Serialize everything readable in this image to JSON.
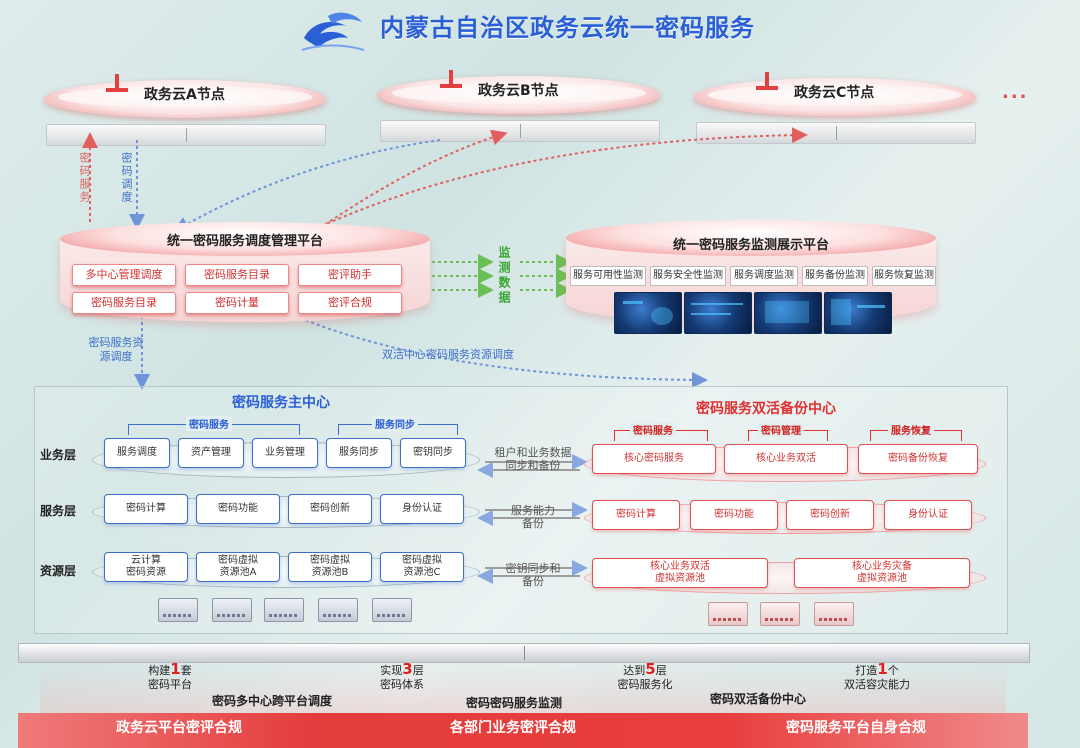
{
  "title": "内蒙古自治区政务云统一密码服务",
  "nodes": [
    {
      "label": "政务云A节点"
    },
    {
      "label": "政务云B节点"
    },
    {
      "label": "政务云C节点"
    }
  ],
  "more_nodes": "...",
  "links": {
    "crypto_service": "密码服务",
    "crypto_dispatch": "密码调度",
    "monitor_data": "监测数据",
    "resource_dispatch": "密码服务资源调度",
    "active_active_dispatch": "双活中心密码服务资源调度"
  },
  "mgmt_platform": {
    "title": "统一密码服务调度管理平台",
    "items": [
      "多中心管理调度",
      "密码服务目录",
      "密评助手",
      "密码服务目录",
      "密码计量",
      "密评合规"
    ]
  },
  "monitor_platform": {
    "title": "统一密码服务监测展示平台",
    "items": [
      "服务可用性监测",
      "服务安全性监测",
      "服务调度监测",
      "服务备份监测",
      "服务恢复监测"
    ]
  },
  "main_center": {
    "title": "密码服务主中心",
    "layers": [
      "业务层",
      "服务层",
      "资源层"
    ],
    "group_labels": [
      "密码服务",
      "服务同步"
    ],
    "business": [
      "服务调度",
      "资产管理",
      "业务管理",
      "服务同步",
      "密钥同步"
    ],
    "service": [
      "密码计算",
      "密码功能",
      "密码创新",
      "身份认证"
    ],
    "resource": [
      "云计算\n密码资源",
      "密码虚拟\n资源池A",
      "密码虚拟\n资源池B",
      "密码虚拟\n资源池C"
    ]
  },
  "sync": [
    "租户和业务数据\n同步和备份",
    "服务能力\n备份",
    "密钥同步和\n备份"
  ],
  "backup_center": {
    "title": "密码服务双活备份中心",
    "group_labels": [
      "密码服务",
      "密码管理",
      "服务恢复"
    ],
    "business": [
      "核心密码服务",
      "核心业务双活",
      "密码备份恢复"
    ],
    "service": [
      "密码计算",
      "密码功能",
      "密码创新",
      "身份认证"
    ],
    "resource": [
      "核心业务双活\n虚拟资源池",
      "核心业务灾备\n虚拟资源池"
    ]
  },
  "stats": [
    {
      "pre": "构建",
      "num": "1",
      "unit": "套",
      "label": "密码平台"
    },
    {
      "pre": "实现",
      "num": "3",
      "unit": "层",
      "label": "密码体系"
    },
    {
      "pre": "达到",
      "num": "5",
      "unit": "层",
      "label": "密码服务化"
    },
    {
      "pre": "打造",
      "num": "1",
      "unit": "个",
      "label": "双活容灾能力"
    }
  ],
  "capabilities": [
    "密码多中心跨平台调度",
    "密码密码服务监测",
    "密码双活备份中心"
  ],
  "compliance": [
    "政务云平台密评合规",
    "各部门业务密评合规",
    "密码服务平台自身合规"
  ],
  "colors": {
    "accent_blue": "#2a5fd6",
    "accent_red": "#e03030",
    "monitor_green": "#3aa535"
  }
}
